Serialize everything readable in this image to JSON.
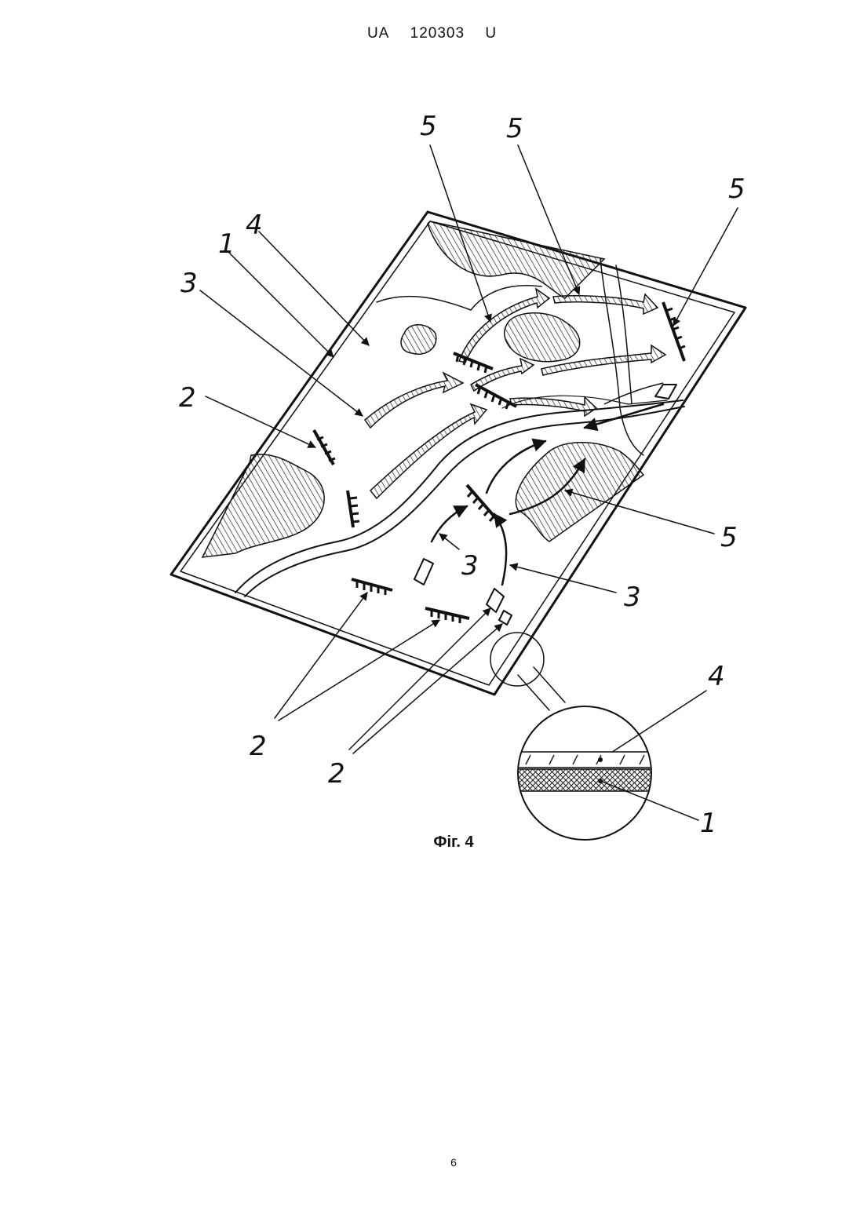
{
  "header": {
    "country": "UA",
    "number": "120303",
    "kind": "U"
  },
  "figure": {
    "caption": "Фіг. 4",
    "labels": {
      "l_5a": "5",
      "l_5b": "5",
      "l_5c": "5",
      "l_5d": "5",
      "l_4a": "4",
      "l_1a": "1",
      "l_3a": "3",
      "l_2a": "2",
      "l_3b": "3",
      "l_3c": "3",
      "l_2b": "2",
      "l_2c": "2",
      "l_4b": "4",
      "l_1b": "1"
    }
  },
  "page": {
    "number": "6"
  }
}
